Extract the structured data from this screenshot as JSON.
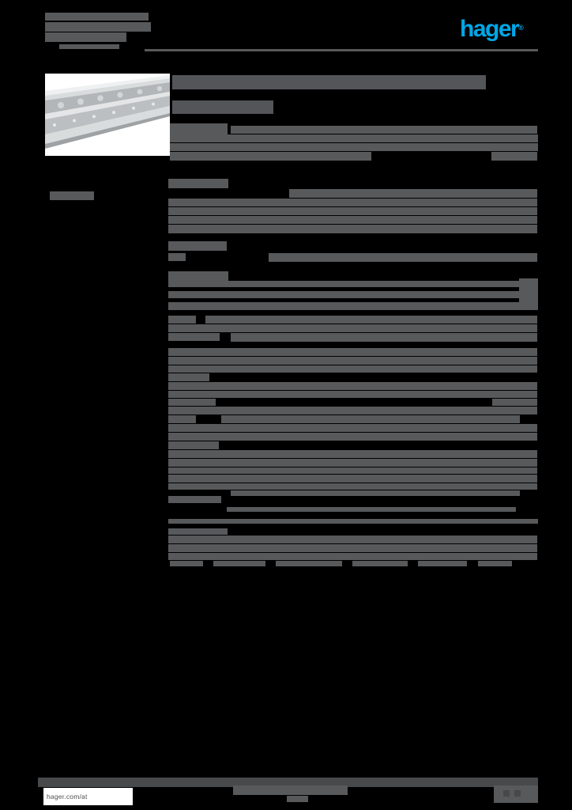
{
  "colors": {
    "background": "#000000",
    "text_bar": "#58595b",
    "title_bar": "#545559",
    "brand_blue": "#00a7e7",
    "header_rule": "#58595b",
    "footer_bar": "#48494b",
    "photo_background": "#ffffff"
  },
  "header": {
    "logo": {
      "text": "hager",
      "registered": "®"
    },
    "address_bars": [
      [
        57,
        16,
        131,
        10
      ],
      [
        57,
        28,
        134,
        12
      ],
      [
        57,
        41,
        103,
        12
      ],
      [
        75,
        56,
        76,
        6
      ]
    ],
    "rule": [
      [
        183,
        62,
        498,
        3
      ]
    ]
  },
  "product_photo": {
    "semantic": "galvanized-steel-trunking-profile"
  },
  "title": {
    "bars": [
      [
        218,
        95,
        397,
        18,
        "#545559"
      ],
      [
        218,
        127,
        128,
        17,
        "#545559"
      ]
    ]
  },
  "side": {
    "bars": [
      [
        63,
        242,
        56,
        11
      ]
    ]
  },
  "body": {
    "bars": [
      [
        215,
        156,
        73,
        14
      ],
      [
        292,
        159,
        388,
        10
      ],
      [
        215,
        170,
        466,
        10
      ],
      [
        215,
        181,
        466,
        10
      ],
      [
        215,
        192,
        255,
        11
      ],
      [
        622,
        192,
        58,
        11
      ],
      [
        213,
        226,
        76,
        12
      ],
      [
        366,
        239,
        314,
        11
      ],
      [
        213,
        251,
        467,
        10
      ],
      [
        213,
        262,
        467,
        10
      ],
      [
        213,
        273,
        467,
        10
      ],
      [
        213,
        284,
        467,
        11
      ],
      [
        213,
        305,
        74,
        12
      ],
      [
        213,
        320,
        22,
        10
      ],
      [
        340,
        320,
        340,
        11
      ],
      [
        213,
        343,
        76,
        12
      ],
      [
        213,
        355,
        444,
        8
      ],
      [
        657,
        352,
        24,
        40
      ],
      [
        213,
        368,
        444,
        9
      ],
      [
        213,
        382,
        467,
        10
      ],
      [
        213,
        399,
        35,
        10
      ],
      [
        260,
        399,
        420,
        10
      ],
      [
        213,
        410,
        467,
        10
      ],
      [
        213,
        421,
        65,
        10
      ],
      [
        292,
        421,
        388,
        11
      ],
      [
        213,
        440,
        467,
        10
      ],
      [
        213,
        451,
        467,
        10
      ],
      [
        213,
        462,
        467,
        9
      ],
      [
        213,
        472,
        52,
        10
      ],
      [
        213,
        483,
        467,
        10
      ],
      [
        213,
        494,
        467,
        9
      ],
      [
        213,
        504,
        60,
        9
      ],
      [
        623,
        504,
        57,
        9
      ],
      [
        213,
        514,
        467,
        10
      ],
      [
        213,
        525,
        35,
        10
      ],
      [
        280,
        525,
        378,
        10
      ],
      [
        213,
        536,
        467,
        10
      ],
      [
        213,
        547,
        467,
        10
      ],
      [
        213,
        558,
        64,
        10
      ],
      [
        213,
        569,
        467,
        10
      ],
      [
        213,
        580,
        467,
        10
      ],
      [
        213,
        591,
        467,
        8
      ],
      [
        213,
        600,
        467,
        10
      ],
      [
        213,
        611,
        467,
        8
      ],
      [
        292,
        620,
        366,
        7
      ],
      [
        213,
        627,
        67,
        9
      ],
      [
        287,
        641,
        366,
        6
      ],
      [
        213,
        656,
        468,
        6
      ],
      [
        213,
        668,
        75,
        8
      ],
      [
        213,
        677,
        467,
        10
      ],
      [
        213,
        688,
        467,
        10
      ],
      [
        213,
        699,
        467,
        9
      ],
      [
        215,
        709,
        42,
        7
      ],
      [
        270,
        709,
        66,
        7
      ],
      [
        349,
        709,
        84,
        7
      ],
      [
        446,
        709,
        70,
        7
      ],
      [
        529,
        709,
        62,
        7
      ],
      [
        605,
        709,
        43,
        7
      ]
    ]
  },
  "footer": {
    "bar": [
      [
        48,
        983,
        633,
        12,
        "#48494b"
      ]
    ],
    "website": "hager.com/at",
    "center_bars": [
      [
        295,
        993,
        145,
        12
      ],
      [
        363,
        1006,
        27,
        8
      ]
    ],
    "page_block": [
      [
        625,
        993,
        56,
        22
      ]
    ],
    "page_block_marks": [
      [
        637,
        999,
        8,
        8,
        "#47484a"
      ],
      [
        651,
        999,
        8,
        8,
        "#47484a"
      ]
    ]
  }
}
